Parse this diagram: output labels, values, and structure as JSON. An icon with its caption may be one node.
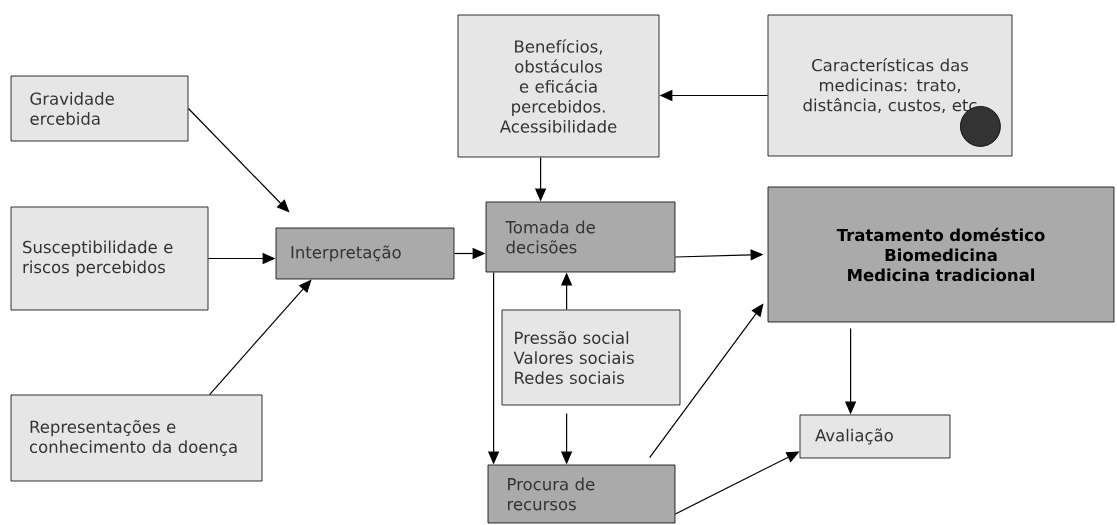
{
  "diagram": {
    "nodes": [
      {
        "text": [
          "Benefícios, obstáculos e eficácia percebidos. Acessibilidade"
        ]
      },
      {
        "text": [
          "Características das medicinas: trato, distância, custos, etc"
        ]
      },
      {
        "text": [],
        "shape": "circle",
        "in": 1
      },
      {
        "text": [
          "Gravidade ercebida"
        ]
      },
      {
        "text": [
          "Susceptibilidade e riscos percebidos"
        ]
      },
      {
        "text": [
          "Interpretação"
        ]
      },
      {
        "text": [
          "Tomada de decisões"
        ]
      },
      {
        "text": [
          "Tratamento doméstico",
          "Biomedicina",
          "Medicina tradicional"
        ]
      },
      {
        "text": [
          "Pressão social",
          "Valores sociais",
          "Redes sociais"
        ]
      },
      {
        "text": [
          "Representações e conhecimento da doença"
        ]
      },
      {
        "text": [
          "Avaliação"
        ]
      },
      {
        "text": [
          "Procura de recursos"
        ]
      }
    ],
    "edges": [
      {
        "from": 3,
        "to": 5,
        "arrow": "to"
      },
      {
        "from": 4,
        "to": 5,
        "arrow": "to"
      },
      {
        "from": 9,
        "to": 5,
        "arrow": "to"
      },
      {
        "from": 5,
        "to": 6,
        "arrow": "to"
      },
      {
        "from": 0,
        "to": 6,
        "arrow": "to"
      },
      {
        "from": 1,
        "to": 0,
        "arrow": "to"
      },
      {
        "from": 6,
        "to": 7,
        "arrow": "to"
      },
      {
        "from": 8,
        "to": 6,
        "arrow": "to"
      },
      {
        "from": 6,
        "to": 11,
        "arrow": "to"
      },
      {
        "from": 8,
        "to": 11,
        "arrow": "to"
      },
      {
        "from": 11,
        "to": 7,
        "arrow": "to"
      },
      {
        "from": 11,
        "to": 10,
        "arrow": "to"
      },
      {
        "from": 7,
        "to": 10,
        "arrow": "to"
      }
    ]
  }
}
